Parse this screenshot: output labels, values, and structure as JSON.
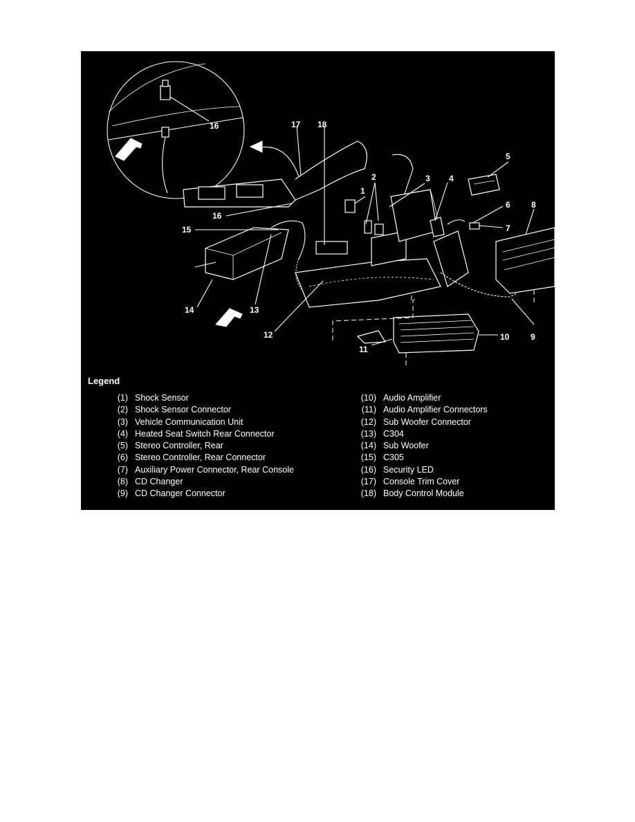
{
  "legend": {
    "title": "Legend",
    "left": [
      {
        "num": "(1)",
        "label": "Shock Sensor"
      },
      {
        "num": "(2)",
        "label": "Shock Sensor Connector"
      },
      {
        "num": "(3)",
        "label": "Vehicle Communication Unit"
      },
      {
        "num": "(4)",
        "label": "Heated Seat Switch Rear Connector"
      },
      {
        "num": "(5)",
        "label": "Stereo Controller, Rear"
      },
      {
        "num": "(6)",
        "label": "Stereo Controller, Rear Connector"
      },
      {
        "num": "(7)",
        "label": "Auxiliary Power Connector, Rear Console"
      },
      {
        "num": "(8)",
        "label": "CD Changer"
      },
      {
        "num": "(9)",
        "label": "CD Changer Connector"
      }
    ],
    "right": [
      {
        "num": "(10)",
        "label": "Audio Amplifier"
      },
      {
        "num": "(11)",
        "label": "Audio Amplifier Connectors"
      },
      {
        "num": "(12)",
        "label": "Sub Woofer Connector"
      },
      {
        "num": "(13)",
        "label": "C304"
      },
      {
        "num": "(14)",
        "label": "Sub Woofer"
      },
      {
        "num": "(15)",
        "label": "C305"
      },
      {
        "num": "(16)",
        "label": "Security LED"
      },
      {
        "num": "(17)",
        "label": "Console Trim Cover"
      },
      {
        "num": "(18)",
        "label": "Body Control Module"
      }
    ]
  },
  "callouts": {
    "c1": "1",
    "c2": "2",
    "c3": "3",
    "c4": "4",
    "c5": "5",
    "c6": "6",
    "c7": "7",
    "c8": "8",
    "c9": "9",
    "c10": "10",
    "c11": "11",
    "c12": "12",
    "c13": "13",
    "c14": "14",
    "c15": "15",
    "c16_detail": "16",
    "c16": "16",
    "c17": "17",
    "c18": "18"
  },
  "colors": {
    "figure_bg": "#000000",
    "ink": "#ffffff",
    "page_bg": "#ffffff"
  }
}
